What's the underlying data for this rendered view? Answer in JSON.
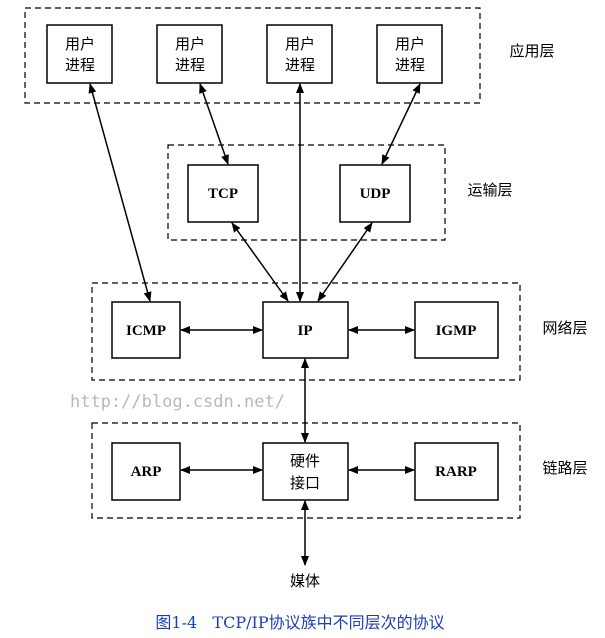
{
  "layers": {
    "application": "应用层",
    "transport": "运输层",
    "network": "网络层",
    "link": "链路层"
  },
  "user_process": {
    "line1": "用户",
    "line2": "进程"
  },
  "transport": {
    "tcp": "TCP",
    "udp": "UDP"
  },
  "network": {
    "icmp": "ICMP",
    "ip": "IP",
    "igmp": "IGMP"
  },
  "link": {
    "arp": "ARP",
    "hw_line1": "硬件",
    "hw_line2": "接口",
    "rarp": "RARP"
  },
  "media": "媒体",
  "caption": "图1-4   TCP/IP协议族中不同层次的协议",
  "watermark": "http://blog.csdn.net/",
  "colors": {
    "caption": "#1a3fb8"
  }
}
